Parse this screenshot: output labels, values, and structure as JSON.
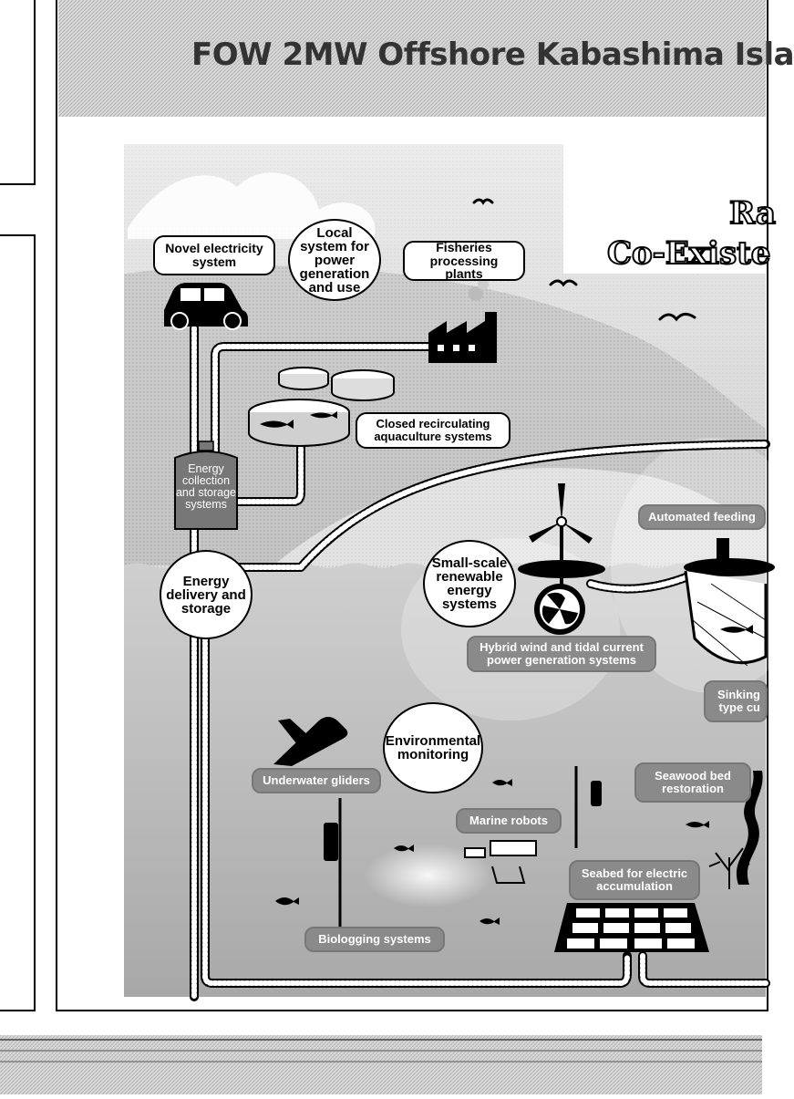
{
  "title": "FOW 2MW Offshore Kabashima Isla",
  "headline": {
    "line1": "Ra",
    "line2": "Co-Existe"
  },
  "labels": {
    "novel_electricity": "Novel electricity system",
    "local_system": "Local system for power generation and use",
    "fisheries": "Fisheries processing plants",
    "closed_recirc": "Closed recirculating aquaculture systems",
    "energy_collection": "Energy collection and storage systems",
    "energy_delivery": "Energy delivery and storage",
    "small_scale": "Small-scale renewable energy systems",
    "hybrid": "Hybrid wind and tidal current power generation systems",
    "automated_feeding": "Automated feeding",
    "sinking_line1": "Sinking",
    "sinking_line2": "type cu",
    "environmental": "Environmental monitoring",
    "underwater_gliders": "Underwater gliders",
    "seawood": "Seawood bed restoration",
    "marine_robots": "Marine robots",
    "seabed": "Seabed for electric accumulation",
    "biologging": "Biologging systems"
  },
  "icons": [
    "car-icon",
    "factory-icon",
    "fish-tank-icon",
    "storage-tank-icon",
    "wind-turbine-icon",
    "tidal-turbine-icon",
    "fish-cage-icon",
    "glider-icon",
    "robot-icon",
    "solar-panel-icon",
    "seaweed-icon",
    "coral-icon",
    "fish-icon",
    "bird-icon",
    "tag-icon"
  ]
}
